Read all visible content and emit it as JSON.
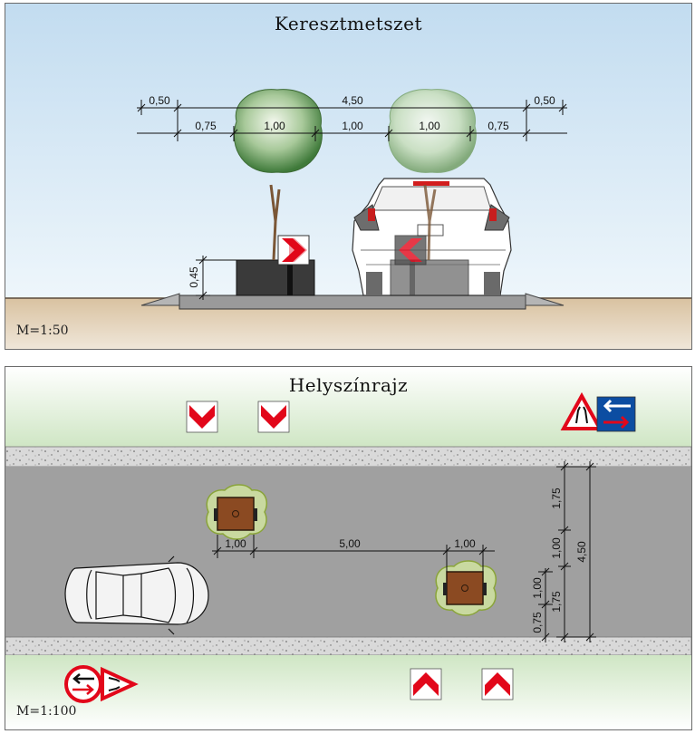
{
  "cross_section": {
    "title": "Keresztmetszet",
    "scale": "M=1:50",
    "dims_top": [
      "0,50",
      "4,50",
      "0,50"
    ],
    "dims_second": [
      "0,75",
      "1,00",
      "1,00",
      "1,00",
      "0,75"
    ],
    "dim_height": "0,45",
    "colors": {
      "sky_top": "#c7dff1",
      "sky_bottom": "#eef6fb",
      "ground": "#dcc7a8",
      "road": "#8e8e8e",
      "curb": "#b7b7b7"
    }
  },
  "site_plan": {
    "title": "Helyszínrajz",
    "scale": "M=1:100",
    "dims_horizontal": [
      "1,00",
      "5,00",
      "1,00"
    ],
    "dims_right_vertical": [
      "1,75",
      "1,00",
      "1,75",
      "4,50"
    ],
    "dims_left_vertical": [
      "1,00",
      "0,75"
    ],
    "colors": {
      "grass": "#d5ebcc",
      "road": "#9e9e9e",
      "sidewalk": "#d6d6d6",
      "sign_red": "#e2071a",
      "sign_blue": "#0c4da2"
    },
    "icons": [
      "chevron-left-sign-icon",
      "chevron-right-sign-icon",
      "priority-to-oncoming-sign-icon",
      "priority-over-oncoming-sign-icon",
      "road-narrows-sign-icon",
      "car-top-view-icon",
      "tree-planter-icon"
    ]
  }
}
